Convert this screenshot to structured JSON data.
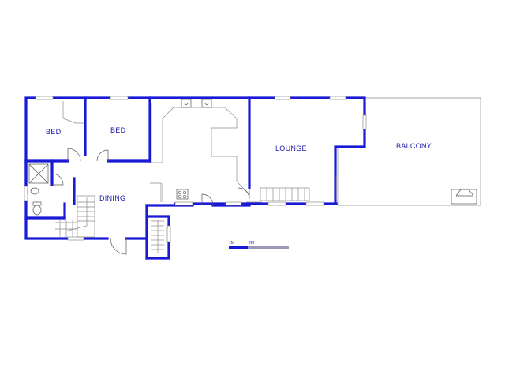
{
  "rooms": {
    "bed_1": "BED",
    "bed_2": "BED",
    "dining": "DINING",
    "lounge": "LOUNGE",
    "balcony": "BALCONY"
  },
  "scale": {
    "label_1": "1M",
    "label_2": "2M"
  },
  "colors": {
    "wall": "#1a1ad6",
    "label": "#1a1aa8",
    "fixture": "#8a8a8a"
  }
}
